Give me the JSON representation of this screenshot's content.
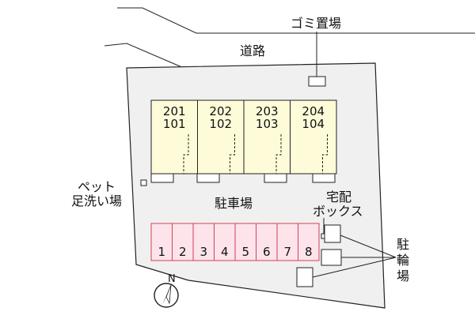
{
  "labels": {
    "road": "道路",
    "garbage": "ゴミ置場",
    "pet_wash": [
      "ペット",
      "足洗い場"
    ],
    "parking": "駐車場",
    "delivery_box": [
      "宅配",
      "ボックス"
    ],
    "bike_parking": [
      "駐",
      "輪",
      "場"
    ],
    "north": "N"
  },
  "units": [
    {
      "upper": "201",
      "lower": "101"
    },
    {
      "upper": "202",
      "lower": "102"
    },
    {
      "upper": "203",
      "lower": "103"
    },
    {
      "upper": "204",
      "lower": "104"
    }
  ],
  "parking_spaces": [
    "1",
    "2",
    "3",
    "4",
    "5",
    "6",
    "7",
    "8"
  ],
  "colors": {
    "site_fill": "#f0f0f0",
    "building_fill": "#fefcd8",
    "parking_fill": "#fde4ea",
    "parking_stroke": "#d0405a",
    "line": "#222222"
  }
}
